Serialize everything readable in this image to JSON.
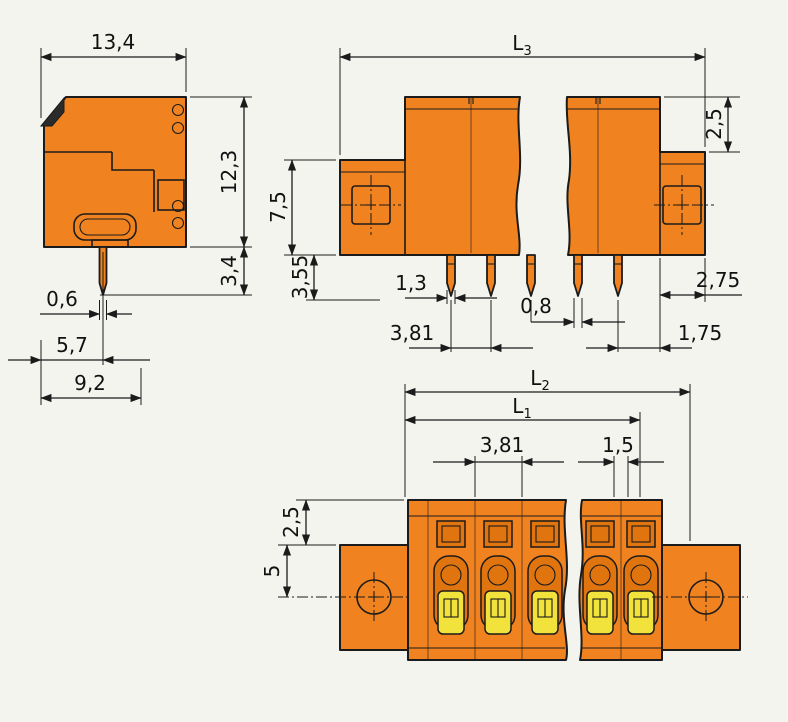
{
  "drawing": {
    "side_view": {
      "dims": {
        "width": "13,4",
        "height": "12,3",
        "pin_protrusion": "3,4",
        "pin_width": "0,6",
        "pin_offset": "5,7",
        "depth": "9,2"
      }
    },
    "front_view": {
      "dims": {
        "total_length": {
          "main": "L",
          "sub": "3"
        },
        "flange_height": "7,5",
        "pin_length": "3,55",
        "pin_shoulder_width": "1,3",
        "pin_pitch": "3,81",
        "pin_tip_width": "0,8",
        "end_step": "2,5",
        "end_clearance": "2,75",
        "last_pin_offset": "1,75"
      }
    },
    "top_view": {
      "dims": {
        "length_l2": {
          "main": "L",
          "sub": "2"
        },
        "length_l1": {
          "main": "L",
          "sub": "1"
        },
        "pole_pitch": "3,81",
        "divider_width": "1,5",
        "edge_offset": "2,5",
        "hole_center_offset": "5"
      }
    },
    "colors": {
      "housing_orange": "#F0831F",
      "inner_orange": "#E0740F",
      "lever_yellow": "#F2E23C",
      "line": "#1B1B1B",
      "background": "#F4F4EF"
    }
  }
}
